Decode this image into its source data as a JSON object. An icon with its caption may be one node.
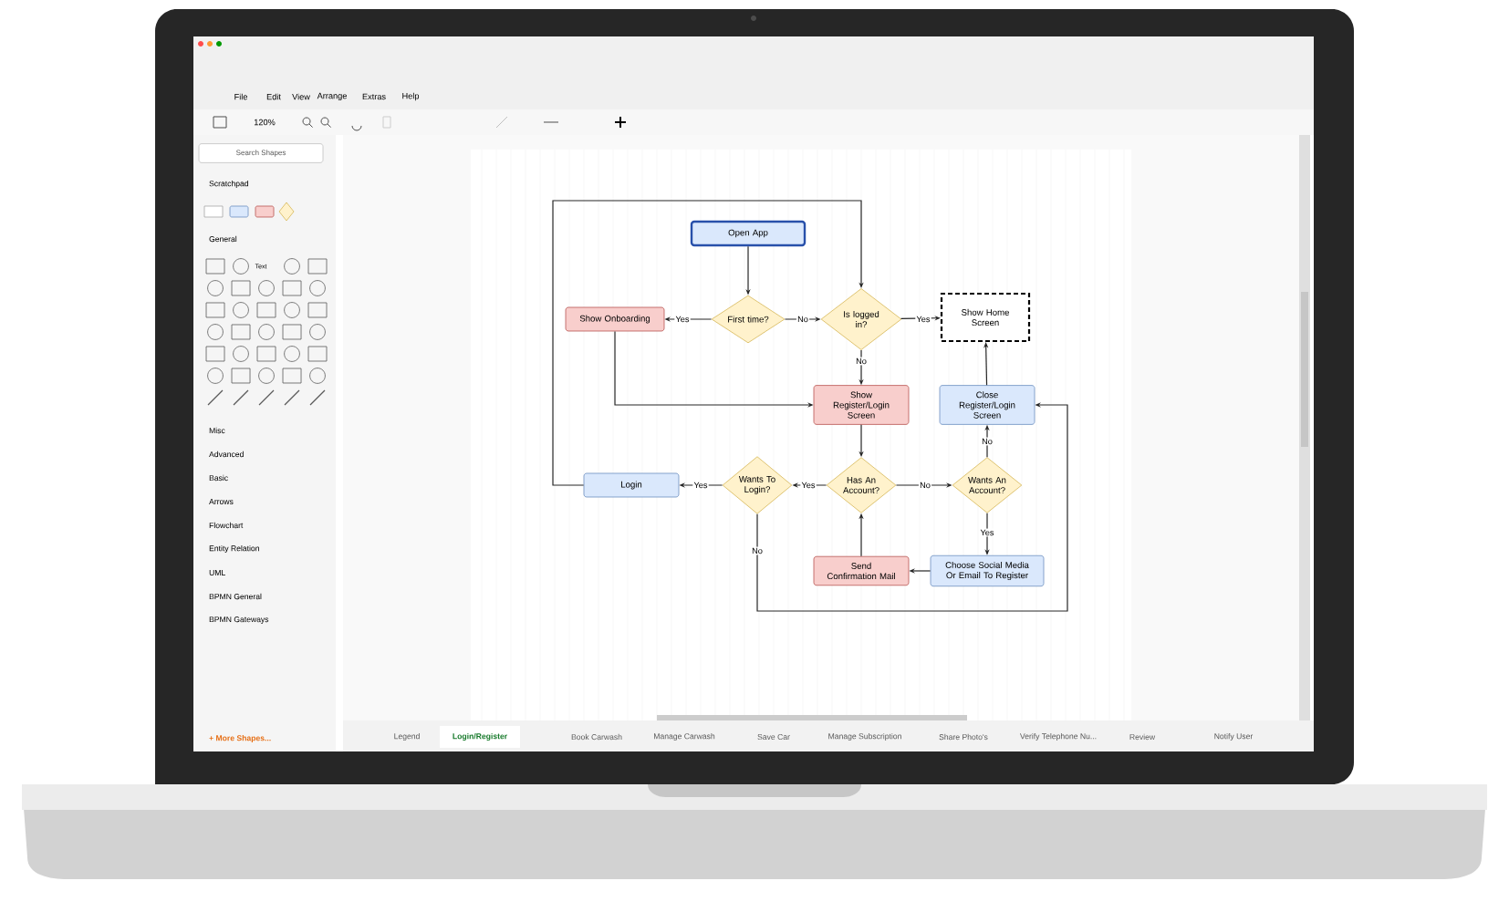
{
  "diagram": {
    "nodes": [
      {
        "text": [
          "Open App"
        ]
      },
      {
        "text": [
          "First time?"
        ]
      },
      {
        "text": [
          "Show Onboarding"
        ]
      },
      {
        "text": [
          "Is logged in?"
        ]
      },
      {
        "text": [
          "Show Home Screen"
        ]
      },
      {
        "text": [
          "Show Register/Login Screen"
        ]
      },
      {
        "text": [
          "Close Register/Login Screen"
        ]
      },
      {
        "text": [
          "Has An Account?"
        ]
      },
      {
        "text": [
          "Wants To Login?"
        ]
      },
      {
        "text": [
          "Login"
        ]
      },
      {
        "text": [
          "Wants An Account?"
        ]
      },
      {
        "text": [
          "Send Confirmation Mail"
        ]
      },
      {
        "text": [
          "Choose Social Media Or Email To Register"
        ]
      }
    ],
    "edges": [
      {
        "from": 0,
        "to": 1,
        "arrow": "to"
      },
      {
        "from": 1,
        "to": 2,
        "arrow": "to",
        "label": "Yes"
      },
      {
        "from": 1,
        "to": 3,
        "arrow": "to",
        "label": "No"
      },
      {
        "from": 3,
        "to": 4,
        "arrow": "to",
        "label": "Yes"
      },
      {
        "from": 3,
        "to": 5,
        "arrow": "to",
        "label": "No"
      },
      {
        "from": 2,
        "to": 5,
        "arrow": "to"
      },
      {
        "from": 6,
        "to": 4,
        "arrow": "to"
      },
      {
        "from": 5,
        "to": 7,
        "arrow": "to"
      },
      {
        "from": 7,
        "to": 8,
        "arrow": "to",
        "label": "Yes"
      },
      {
        "from": 7,
        "to": 10,
        "arrow": "to",
        "label": "No"
      },
      {
        "from": 8,
        "to": 9,
        "arrow": "to",
        "label": "Yes"
      },
      {
        "from": 9,
        "to": 3,
        "arrow": "to"
      },
      {
        "from": 10,
        "to": 6,
        "arrow": "to",
        "label": "No"
      },
      {
        "from": 10,
        "to": 12,
        "arrow": "to",
        "label": "Yes"
      },
      {
        "from": 12,
        "to": 11,
        "arrow": "to"
      },
      {
        "from": 11,
        "to": 7,
        "arrow": "to"
      },
      {
        "from": 8,
        "to": 6,
        "arrow": "to",
        "label": "No"
      }
    ],
    "labels": [
      "File",
      "Edit",
      "View",
      "Arrange",
      "Extras",
      "Help",
      "120%",
      "Search Shapes",
      "Scratchpad",
      "General",
      "Text",
      "Misc",
      "Advanced",
      "Basic",
      "Arrows",
      "Flowchart",
      "Entity Relation",
      "UML",
      "BPMN General",
      "BPMN Gateways",
      "+ More Shapes...",
      "Legend",
      "Login/Register",
      "Book Carwash",
      "Manage Carwash",
      "Save Car",
      "Manage Subscription",
      "Share Photo's",
      "Verify Telephone Nu...",
      "Review",
      "Notify User"
    ]
  }
}
